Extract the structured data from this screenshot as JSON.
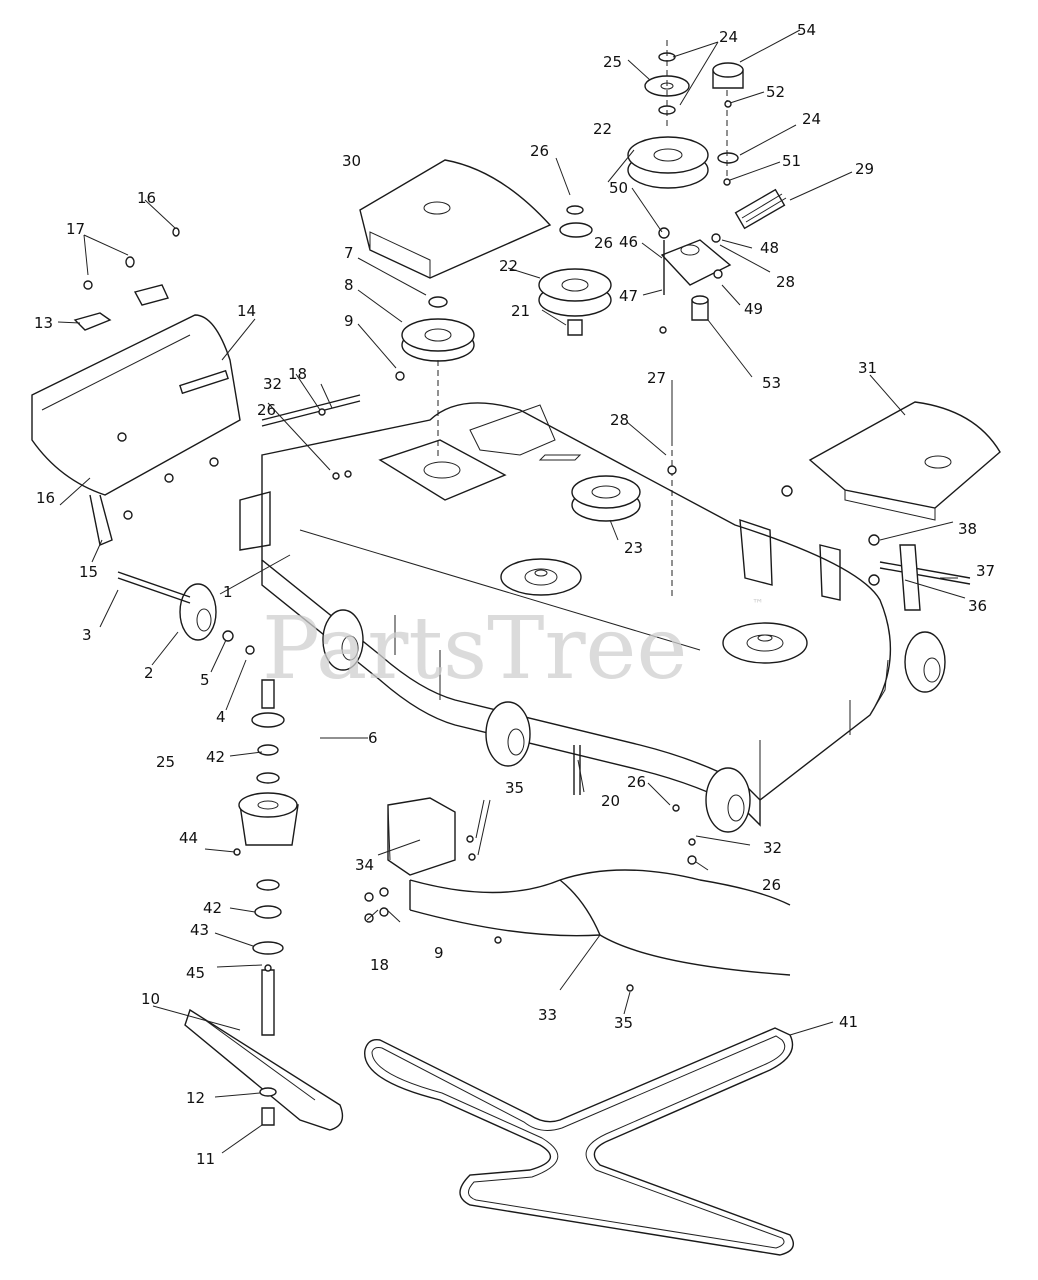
{
  "watermark": {
    "text": "PartsTree",
    "trademark": "™"
  },
  "callouts": [
    {
      "id": "c1",
      "text": "1"
    },
    {
      "id": "c2",
      "text": "2"
    },
    {
      "id": "c3",
      "text": "3"
    },
    {
      "id": "c4",
      "text": "4"
    },
    {
      "id": "c5",
      "text": "5"
    },
    {
      "id": "c6",
      "text": "6"
    },
    {
      "id": "c7",
      "text": "7"
    },
    {
      "id": "c8",
      "text": "8"
    },
    {
      "id": "c9a",
      "text": "9"
    },
    {
      "id": "c9b",
      "text": "9"
    },
    {
      "id": "c10",
      "text": "10"
    },
    {
      "id": "c11",
      "text": "11"
    },
    {
      "id": "c12",
      "text": "12"
    },
    {
      "id": "c13",
      "text": "13"
    },
    {
      "id": "c14",
      "text": "14"
    },
    {
      "id": "c15",
      "text": "15"
    },
    {
      "id": "c16a",
      "text": "16"
    },
    {
      "id": "c16b",
      "text": "16"
    },
    {
      "id": "c17",
      "text": "17"
    },
    {
      "id": "c18a",
      "text": "18"
    },
    {
      "id": "c18b",
      "text": "18"
    },
    {
      "id": "c20",
      "text": "20"
    },
    {
      "id": "c21",
      "text": "21"
    },
    {
      "id": "c22a",
      "text": "22"
    },
    {
      "id": "c22b",
      "text": "22"
    },
    {
      "id": "c23",
      "text": "23"
    },
    {
      "id": "c24a",
      "text": "24"
    },
    {
      "id": "c24b",
      "text": "24"
    },
    {
      "id": "c25a",
      "text": "25"
    },
    {
      "id": "c25b",
      "text": "25"
    },
    {
      "id": "c26a",
      "text": "26"
    },
    {
      "id": "c26b",
      "text": "26"
    },
    {
      "id": "c26c",
      "text": "26"
    },
    {
      "id": "c26d",
      "text": "26"
    },
    {
      "id": "c26e",
      "text": "26"
    },
    {
      "id": "c27",
      "text": "27"
    },
    {
      "id": "c28a",
      "text": "28"
    },
    {
      "id": "c28b",
      "text": "28"
    },
    {
      "id": "c29",
      "text": "29"
    },
    {
      "id": "c30",
      "text": "30"
    },
    {
      "id": "c31",
      "text": "31"
    },
    {
      "id": "c32a",
      "text": "32"
    },
    {
      "id": "c32b",
      "text": "32"
    },
    {
      "id": "c33",
      "text": "33"
    },
    {
      "id": "c34",
      "text": "34"
    },
    {
      "id": "c35a",
      "text": "35"
    },
    {
      "id": "c35b",
      "text": "35"
    },
    {
      "id": "c36",
      "text": "36"
    },
    {
      "id": "c37",
      "text": "37"
    },
    {
      "id": "c38",
      "text": "38"
    },
    {
      "id": "c41",
      "text": "41"
    },
    {
      "id": "c42a",
      "text": "42"
    },
    {
      "id": "c42b",
      "text": "42"
    },
    {
      "id": "c43",
      "text": "43"
    },
    {
      "id": "c44",
      "text": "44"
    },
    {
      "id": "c45",
      "text": "45"
    },
    {
      "id": "c46",
      "text": "46"
    },
    {
      "id": "c47",
      "text": "47"
    },
    {
      "id": "c48",
      "text": "48"
    },
    {
      "id": "c49",
      "text": "49"
    },
    {
      "id": "c50",
      "text": "50"
    },
    {
      "id": "c51",
      "text": "51"
    },
    {
      "id": "c52",
      "text": "52"
    },
    {
      "id": "c53",
      "text": "53"
    },
    {
      "id": "c54",
      "text": "54"
    }
  ]
}
